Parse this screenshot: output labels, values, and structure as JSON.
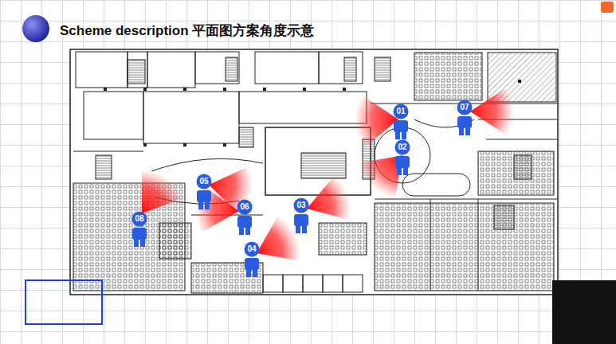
{
  "diagram": {
    "title": "Scheme description 平面图方案角度示意",
    "labels": [
      "01",
      "07",
      "02",
      "05",
      "06",
      "03",
      "08",
      "04"
    ]
  }
}
